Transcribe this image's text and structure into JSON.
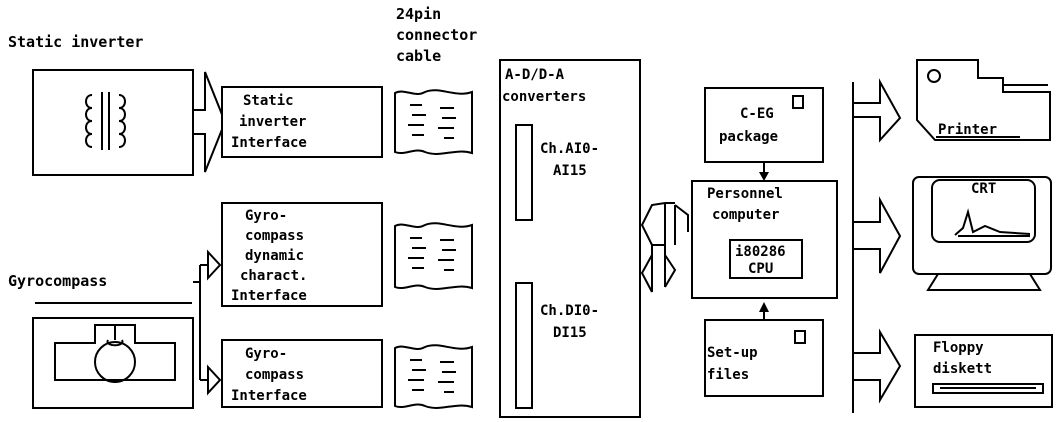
{
  "labels": {
    "static_inverter_title": "Static inverter",
    "gyrocompass_title": "Gyrocompass",
    "connector_cable": [
      "24pin",
      "connector",
      "cable"
    ],
    "static_inverter_interface": [
      "Static",
      "inverter",
      "Interface"
    ],
    "gyro_dynamic_interface": [
      "Gyro-",
      "compass",
      "dynamic",
      "charact.",
      "Interface"
    ],
    "gyro_interface": [
      "Gyro-",
      "compass",
      "Interface"
    ],
    "ad_da_converters": [
      "A-D/D-A",
      "converters"
    ],
    "channel_ai": [
      "Ch.AI0-",
      "AI15"
    ],
    "channel_di": [
      "Ch.DI0-",
      "DI15"
    ],
    "ceg_package": [
      "C-EG",
      "package"
    ],
    "personnel_computer": [
      "Personnel",
      "computer"
    ],
    "cpu": [
      "i80286",
      "CPU"
    ],
    "setup_files": [
      "Set-up",
      "files"
    ],
    "printer": "Printer",
    "crt": "CRT",
    "floppy": [
      "Floppy",
      "diskett"
    ]
  }
}
